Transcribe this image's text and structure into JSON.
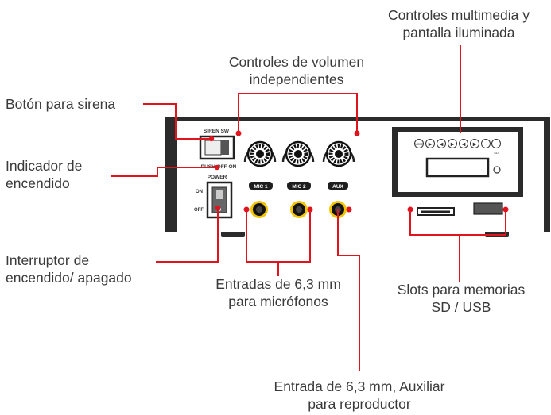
{
  "callouts": {
    "multimedia": [
      "Controles multimedia y",
      "pantalla iluminada"
    ],
    "volume": [
      "Controles de volumen",
      "independientes"
    ],
    "siren": "Botón para sirena",
    "indicator": [
      "Indicador de",
      "encendido"
    ],
    "switch": [
      "Interruptor de",
      "encendido/ apagado"
    ],
    "mic_inputs": [
      "Entradas de 6,3 mm",
      "para micrófonos"
    ],
    "slots": [
      "Slots para memorias",
      "SD / USB"
    ],
    "aux_input": [
      "Entrada de 6,3 mm, Auxiliar",
      "para reproductor"
    ]
  },
  "panel": {
    "siren_label": "SIREN SW",
    "push_label": "PUSH OFF ON",
    "power_label": "POWER",
    "on_label": "ON",
    "off_label": "OFF",
    "mic1_label": "MIC 1",
    "mic2_label": "MIC 2",
    "aux_label": "AUX",
    "mode_label": "MODE",
    "sd_label": "SD"
  },
  "colors": {
    "callout_line": "#e0141e",
    "panel": "#2b2b2b",
    "text": "#3a3a3a"
  }
}
